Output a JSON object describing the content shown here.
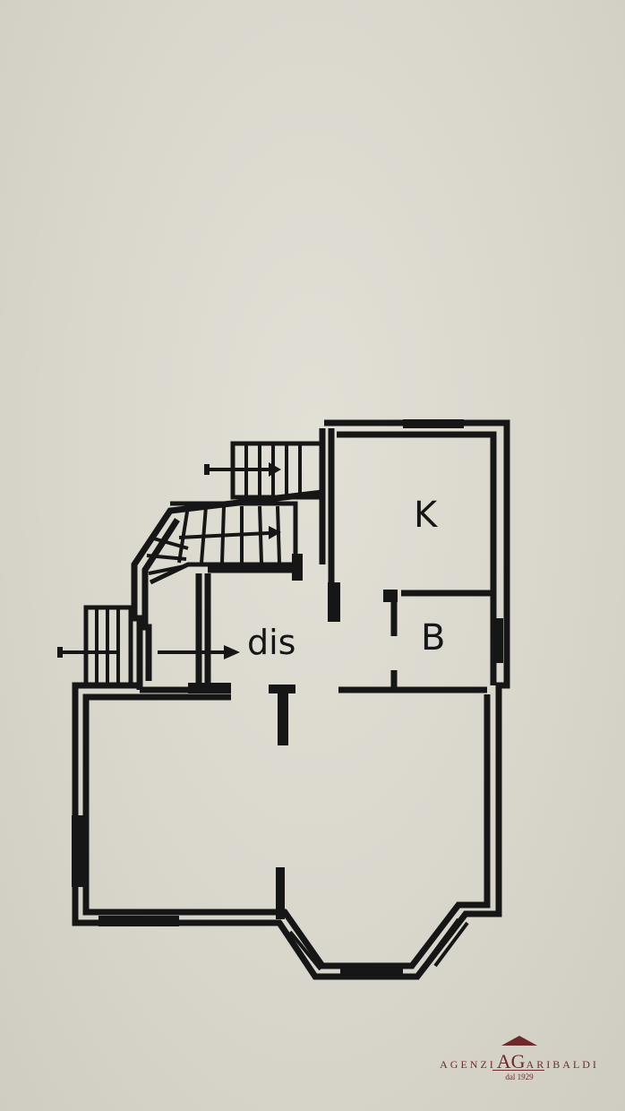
{
  "floor_plan": {
    "rooms": [
      {
        "id": "kitchen",
        "label": "K"
      },
      {
        "id": "bathroom",
        "label": "B"
      },
      {
        "id": "hallway",
        "label": "dis"
      }
    ]
  },
  "branding": {
    "word_left": "AGENZI",
    "monogram": "AG",
    "word_right": "ARIBALDI",
    "since": "dal 1929"
  },
  "colors": {
    "ink": "#161616",
    "paper": "#dcdad0",
    "brand": "#6e2a2a"
  }
}
